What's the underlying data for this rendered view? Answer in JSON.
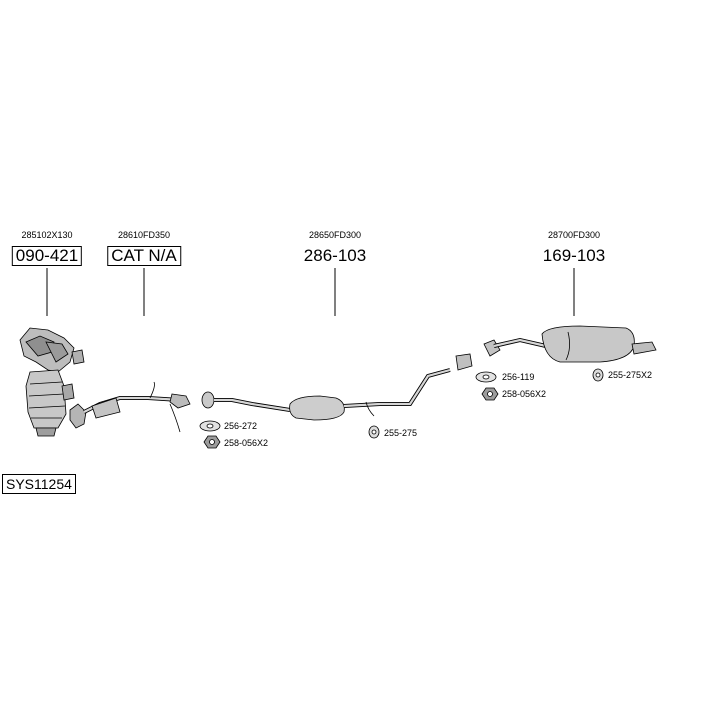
{
  "system": {
    "code": "SYS11254"
  },
  "parts": [
    {
      "oem": "285102X130",
      "number": "090-421",
      "boxed": true
    },
    {
      "oem": "28610FD350",
      "number": "CAT N/A",
      "boxed": true
    },
    {
      "oem": "28650FD300",
      "number": "286-103",
      "boxed": false
    },
    {
      "oem": "28700FD300",
      "number": "169-103",
      "boxed": false
    }
  ],
  "accessories": [
    {
      "code": "256-272",
      "icon": "gasket-icon"
    },
    {
      "code": "258-056X2",
      "icon": "nut-icon"
    },
    {
      "code": "255-275",
      "icon": "rubber-mount-icon"
    },
    {
      "code": "256-119",
      "icon": "gasket-icon"
    },
    {
      "code": "258-056X2",
      "icon": "nut-icon"
    },
    {
      "code": "255-275X2",
      "icon": "rubber-mount-icon"
    }
  ]
}
